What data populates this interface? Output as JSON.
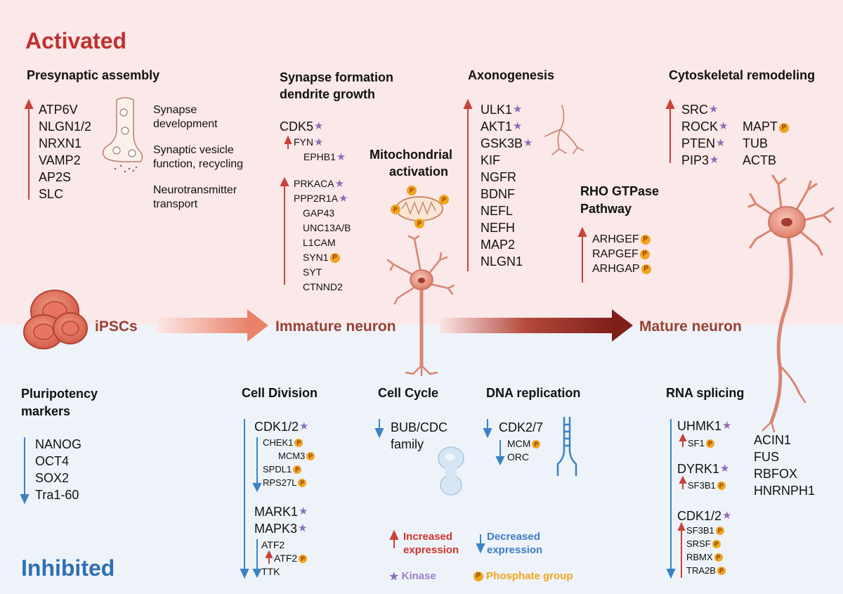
{
  "labels": {
    "activated": "Activated",
    "inhibited": "Inhibited"
  },
  "stages": {
    "ipsc": "iPSCs",
    "immature": "Immature neuron",
    "mature": "Mature neuron"
  },
  "presyn": {
    "title": "Presynaptic assembly",
    "genes": [
      "ATP6V",
      "NLGN1/2",
      "NRXN1",
      "VAMP2",
      "AP2S",
      "SLC"
    ],
    "functions": [
      "Synapse",
      "development",
      "Synaptic vesicle",
      "function, recycling",
      "Neurotransmitter",
      "transport"
    ]
  },
  "synapse": {
    "title1": "Synapse formation",
    "title2": "dendrite growth",
    "cdk5": "CDK5",
    "fyn": "FYN",
    "ephb1": "EPHB1",
    "genes": [
      "PRKACA",
      "PPP2R1A",
      "GAP43",
      "UNC13A/B",
      "L1CAM",
      "SYN1",
      "SYT",
      "CTNND2"
    ]
  },
  "mito": {
    "title1": "Mitochondrial",
    "title2": "activation"
  },
  "axon": {
    "title": "Axonogenesis",
    "genes": [
      "ULK1",
      "AKT1",
      "GSK3B",
      "KIF",
      "NGFR",
      "BDNF",
      "NEFL",
      "NEFH",
      "MAP2",
      "NLGN1"
    ]
  },
  "rho": {
    "title1": "RHO GTPase",
    "title2": "Pathway",
    "genes": [
      "ARHGEF",
      "RAPGEF",
      "ARHGAP"
    ]
  },
  "cyto": {
    "title": "Cytoskeletal remodeling",
    "genes": [
      "SRC",
      "ROCK",
      "PTEN",
      "PIP3"
    ],
    "genes2": [
      "MAPT",
      "TUB",
      "ACTB"
    ]
  },
  "pluri": {
    "title1": "Pluripotency",
    "title2": "markers",
    "genes": [
      "NANOG",
      "OCT4",
      "SOX2",
      "Tra1-60"
    ]
  },
  "division": {
    "title": "Cell Division",
    "cdk": "CDK1/2",
    "sub": [
      "CHEK1",
      "MCM3",
      "SPDL1",
      "RPS27L"
    ],
    "mark1": "MARK1",
    "mapk3": "MAPK3",
    "atf2a": "ATF2",
    "atf2b": "ATF2",
    "ttk": "TTK"
  },
  "cycle": {
    "title": "Cell Cycle",
    "line1": "BUB/CDC",
    "line2": "family"
  },
  "dna": {
    "title": "DNA replication",
    "cdk": "CDK2/7",
    "mcm": "MCM",
    "orc": "ORC"
  },
  "splicing": {
    "title": "RNA splicing",
    "uhmk1": "UHMK1",
    "sf1": "SF1",
    "dyrk1": "DYRK1",
    "sf3b1": "SF3B1",
    "cdk": "CDK1/2",
    "sub": [
      "SF3B1",
      "SRSF",
      "RBMX",
      "TRA2B"
    ],
    "side": [
      "ACIN1",
      "FUS",
      "RBFOX",
      "HNRNPH1"
    ]
  },
  "legend": {
    "inc1": "Increased",
    "inc2": "expression",
    "dec1": "Decreased",
    "dec2": "expression",
    "kinase": "Kinase",
    "phosphate": "Phosphate group"
  },
  "icons": {
    "kinase": "★",
    "phosphate": "P"
  },
  "colors": {
    "activated": "#c0302e",
    "inhibited": "#2f6fb3",
    "kinase": "#8d6bb8",
    "phosphate": "#f2a51c"
  }
}
